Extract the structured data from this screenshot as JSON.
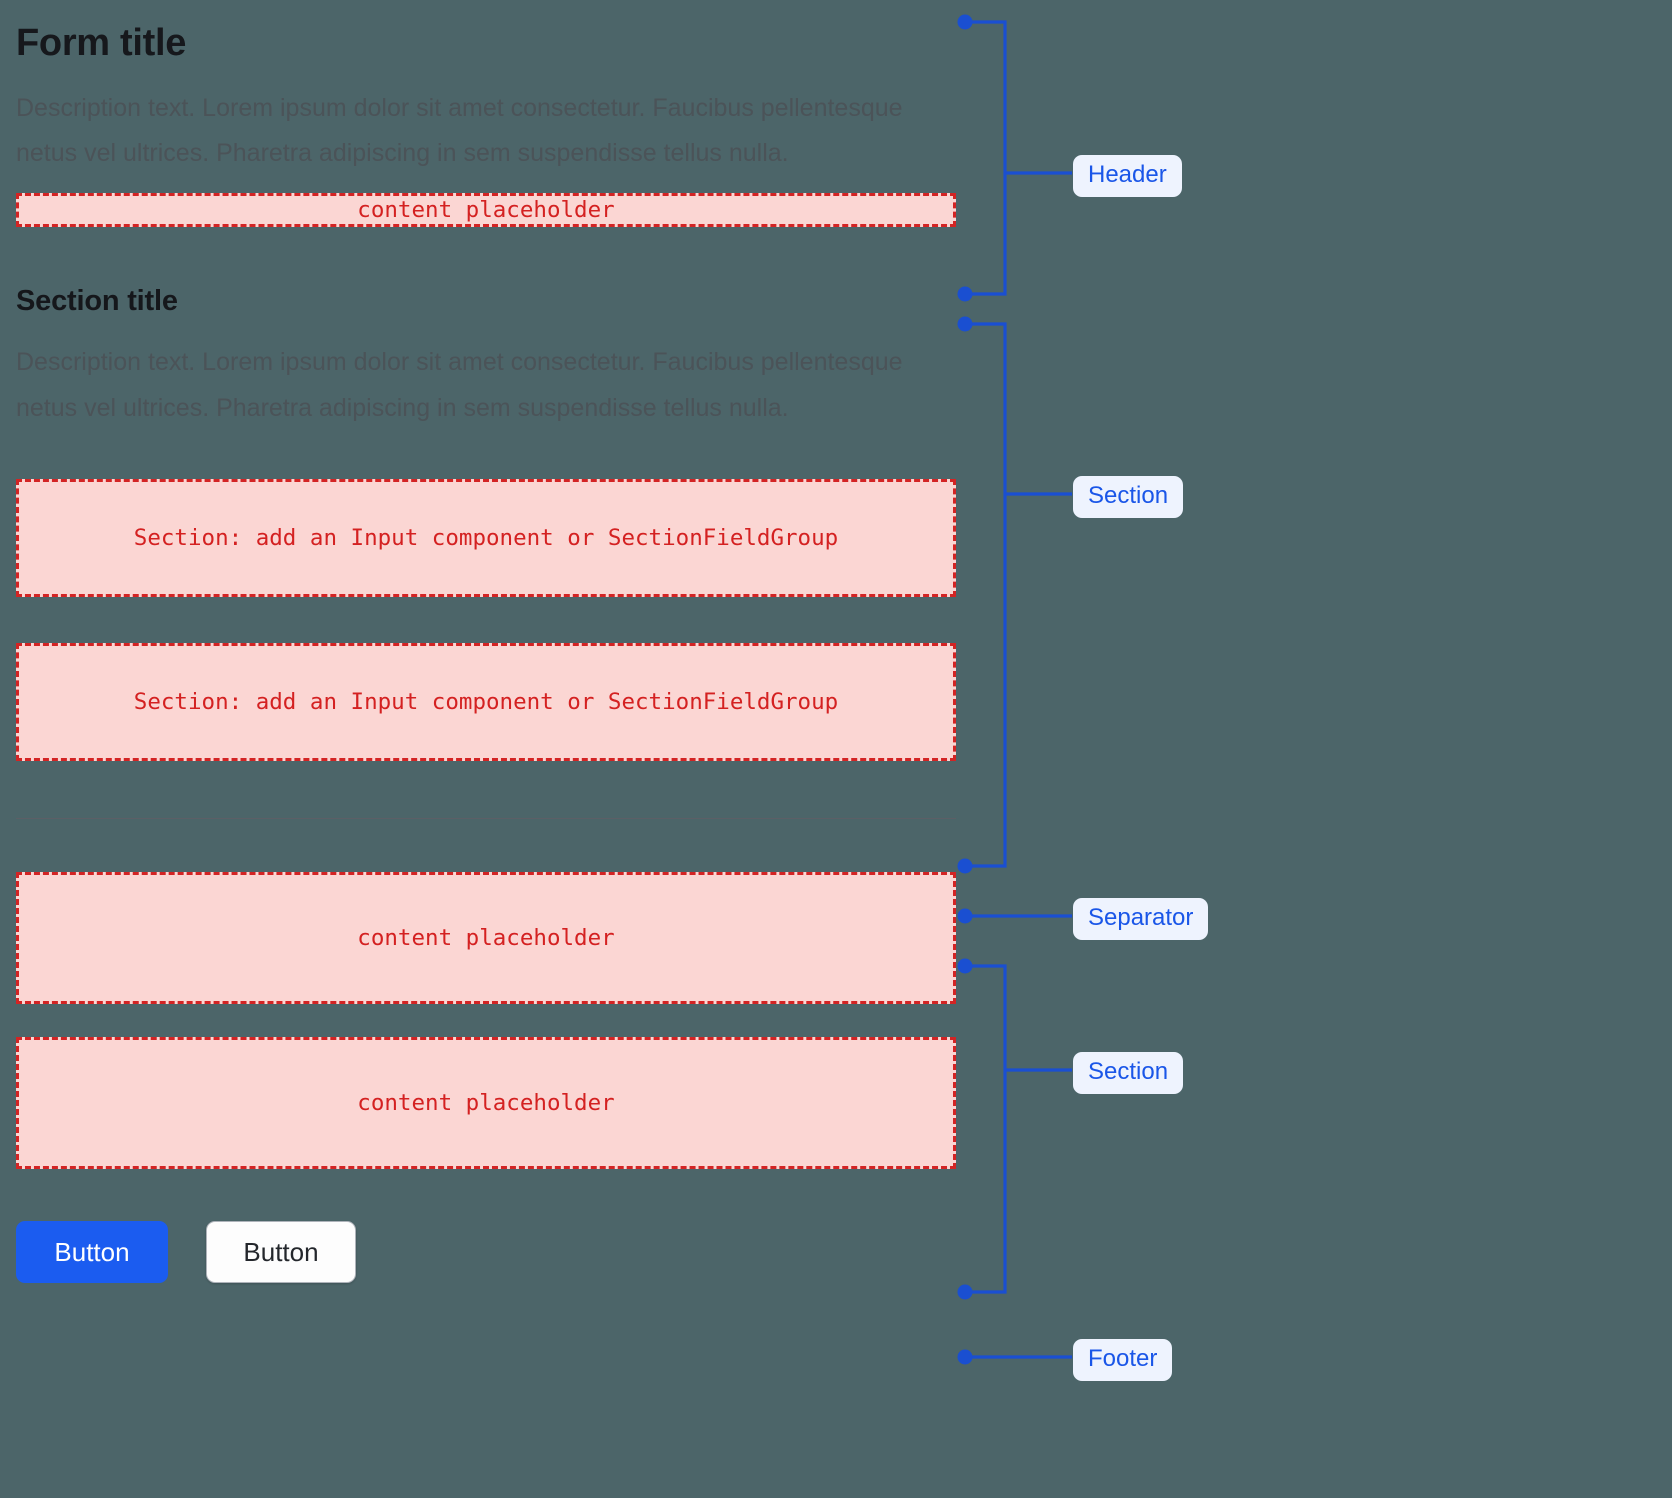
{
  "page": {
    "background_color": "#4c6569",
    "accent_color": "#1a56e8",
    "placeholder_color": "#d42121",
    "placeholder_fill": "#fbd6d3"
  },
  "header": {
    "title": "Form title",
    "description": "Description text. Lorem ipsum dolor sit amet consectetur. Faucibus pellentesque netus vel ultrices. Pharetra adipiscing in sem suspendisse tellus nulla.",
    "placeholder": "content placeholder"
  },
  "section": {
    "title": "Section title",
    "description": "Description text. Lorem ipsum dolor sit amet consectetur. Faucibus pellentesque netus vel ultrices. Pharetra adipiscing in sem suspendisse tellus nulla.",
    "field_placeholder_1": "Section: add an Input component or SectionFieldGroup",
    "field_placeholder_2": "Section: add an Input component or SectionFieldGroup"
  },
  "section_two": {
    "placeholder_1": "content placeholder",
    "placeholder_2": "content placeholder"
  },
  "footer": {
    "primary_button": "Button",
    "secondary_button": "Button"
  },
  "annotations": [
    {
      "label": "Header"
    },
    {
      "label": "Section"
    },
    {
      "label": "Separator"
    },
    {
      "label": "Section"
    },
    {
      "label": "Footer"
    }
  ]
}
